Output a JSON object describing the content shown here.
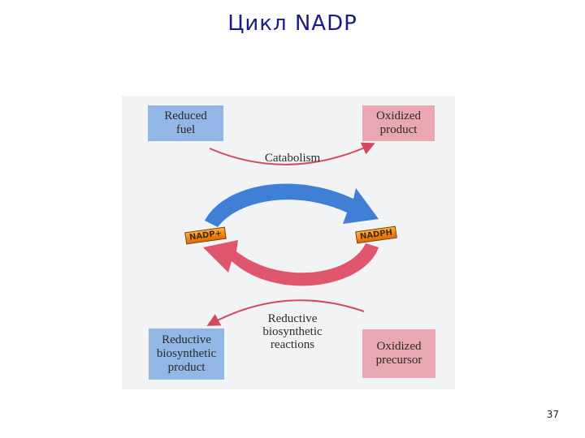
{
  "title": "Цикл NADP",
  "diagram": {
    "boxes": {
      "reduced_fuel": "Reduced\nfuel",
      "oxidized_product": "Oxidized\nproduct",
      "reductive_product": "Reductive\nbiosynthetic\nproduct",
      "oxidized_precursor": "Oxidized\nprecursor"
    },
    "processes": {
      "catabolism": "Catabolism",
      "reductive_reactions": "Reductive\nbiosynthetic\nreactions"
    },
    "cofactors": {
      "left": "NADP+",
      "right": "NADPH"
    },
    "colors": {
      "blue_arrow": "#3f7fd6",
      "red_arrow": "#e0566c",
      "box_blue": "#92b6e6",
      "box_pink": "#e9a7b3"
    }
  },
  "page_number": "37"
}
